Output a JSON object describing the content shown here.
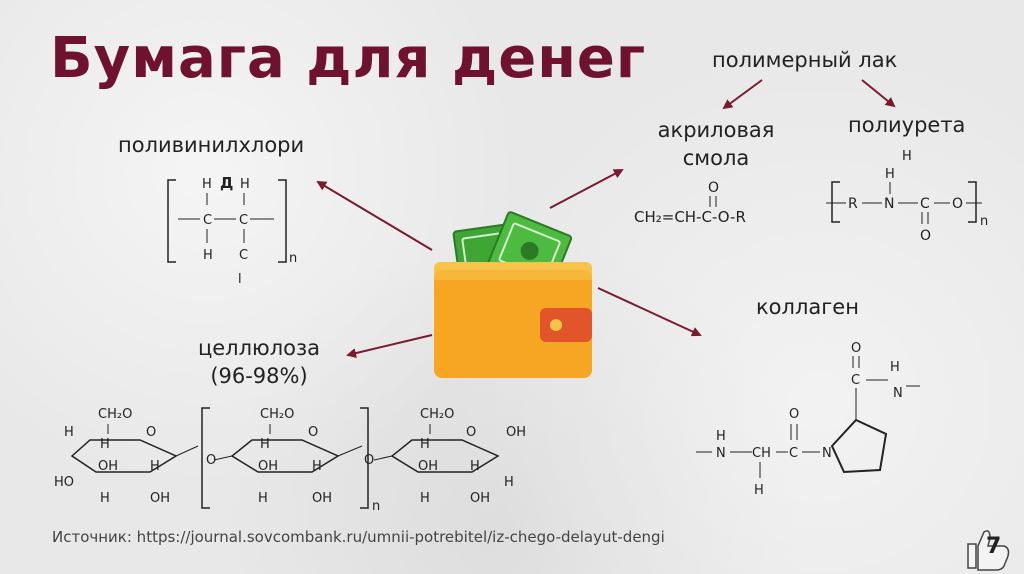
{
  "title": "Бумага для денег",
  "labels": {
    "pvc": "поливинилхлори",
    "polymer_lacquer": "полимерный лак",
    "acrylic_line1": "акриловая",
    "acrylic_line2": "смола",
    "polyurethane": "полиурета",
    "collagen": "коллаген",
    "cellulose": "целлюлоза",
    "cellulose_pct": "(96-98%)"
  },
  "formulas": {
    "acrylic": "CH₂=CH-C-O-R",
    "acrylic_o": "O",
    "pvc_top_h1": "H",
    "pvc_top_d": "Д",
    "pvc_top_h2": "H",
    "pvc_c1": "C",
    "pvc_c2": "C",
    "pvc_bot_h": "H",
    "pvc_bot_c": "C",
    "pvc_bot_l": "l",
    "n": "n",
    "pu_r": "R",
    "pu_n": "N",
    "pu_c": "C",
    "pu_o": "O",
    "pu_h": "H",
    "pu_ch": "H",
    "pu_co": "O",
    "col_h": "H",
    "col_n": "N",
    "col_ch": "CH",
    "col_c": "C",
    "col_o": "O",
    "col_nring": "N",
    "col_h_bottom": "H",
    "col_o_top": "O",
    "col_c_top": "C",
    "col_n_right": "N",
    "col_h_right": "H",
    "cel_ch2o": "CH₂O",
    "cel_h": "H",
    "cel_o": "O",
    "cel_oh": "OH",
    "cel_ho": "HO"
  },
  "source": "Источник: https://journal.sovcombank.ru/umnii-potrebitel/iz-chego-delayut-dengi",
  "page_number": "7",
  "colors": {
    "title": "#6e1230",
    "arrow": "#7a1a2e",
    "wallet_body": "#f6a623",
    "wallet_top": "#f8c34a",
    "wallet_clasp": "#e2552b",
    "money": "#3fa535",
    "money_dark": "#2b7a25"
  },
  "icons": [
    "wallet-icon",
    "thumbs-up-icon"
  ]
}
